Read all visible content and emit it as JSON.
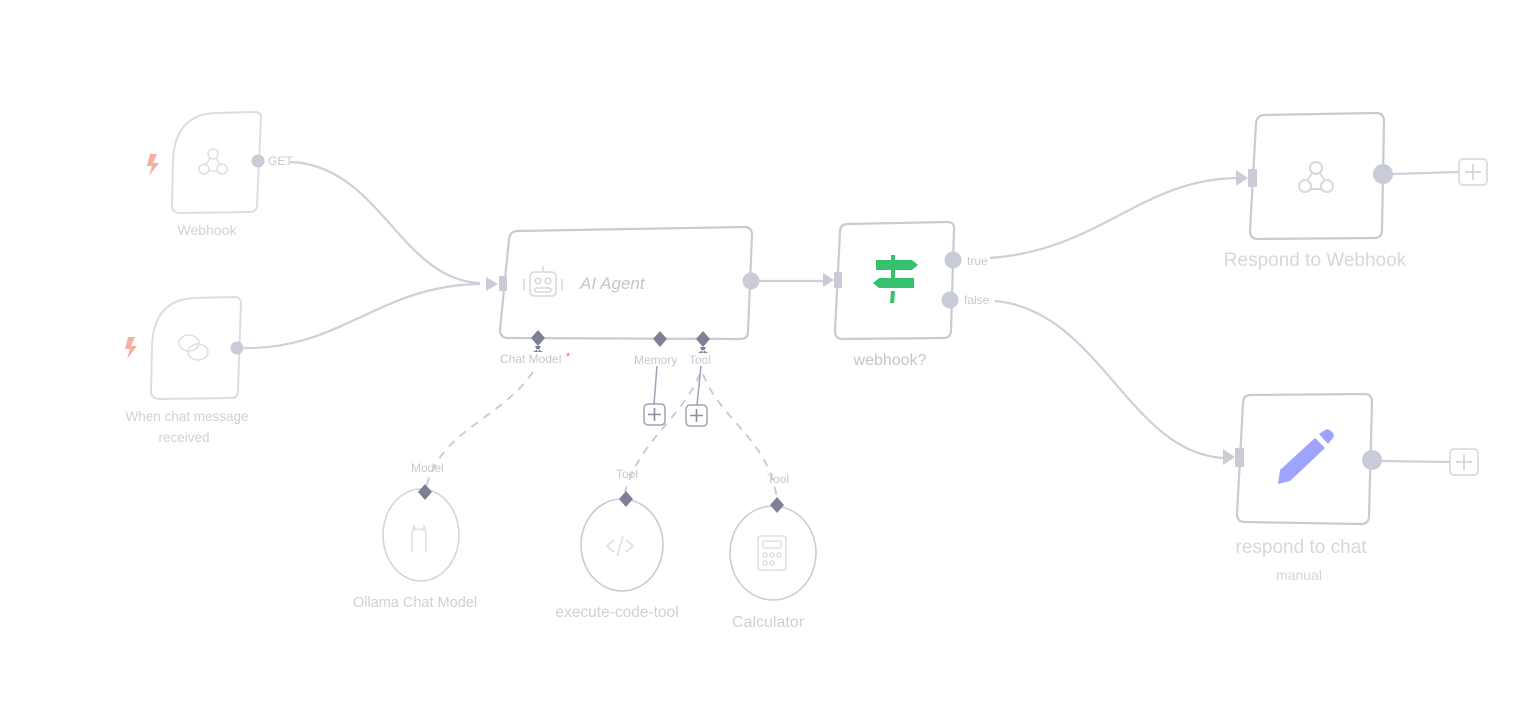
{
  "app": "n8n workflow canvas",
  "nodes": {
    "webhook": {
      "label": "Webhook",
      "output_label": "GET",
      "icon": "webhook-icon",
      "trigger": true
    },
    "chat_trigger": {
      "label_line1": "When chat message",
      "label_line2": "received",
      "icon": "chat-bubbles-icon",
      "trigger": true
    },
    "ai_agent": {
      "label": "AI Agent",
      "icon": "robot-icon",
      "ports": {
        "chat_model": "Chat Model",
        "required_mark": "*",
        "memory": "Memory",
        "tool": "Tool"
      }
    },
    "if_node": {
      "label": "webhook?",
      "icon": "signpost-icon",
      "outputs": {
        "true": "true",
        "false": "false"
      }
    },
    "respond_webhook": {
      "label": "Respond to Webhook",
      "icon": "webhook-icon"
    },
    "respond_chat": {
      "label": "respond to chat",
      "subtitle": "manual",
      "icon": "pencil-icon"
    },
    "ollama": {
      "label": "Ollama Chat Model",
      "port_label": "Model",
      "icon": "llama-icon"
    },
    "code_tool": {
      "label": "execute-code-tool",
      "port_label": "Tool",
      "icon": "code-icon"
    },
    "calculator": {
      "label": "Calculator",
      "port_label": "Tool",
      "icon": "calculator-icon"
    }
  },
  "colors": {
    "trigger_bolt": "#f5b0a2",
    "if_icon": "#35c26f",
    "pencil_icon": "#9ea3fb",
    "required_mark": "#f06a6a",
    "connection": "#cdd0da",
    "diamond_port": "#7d8096"
  }
}
